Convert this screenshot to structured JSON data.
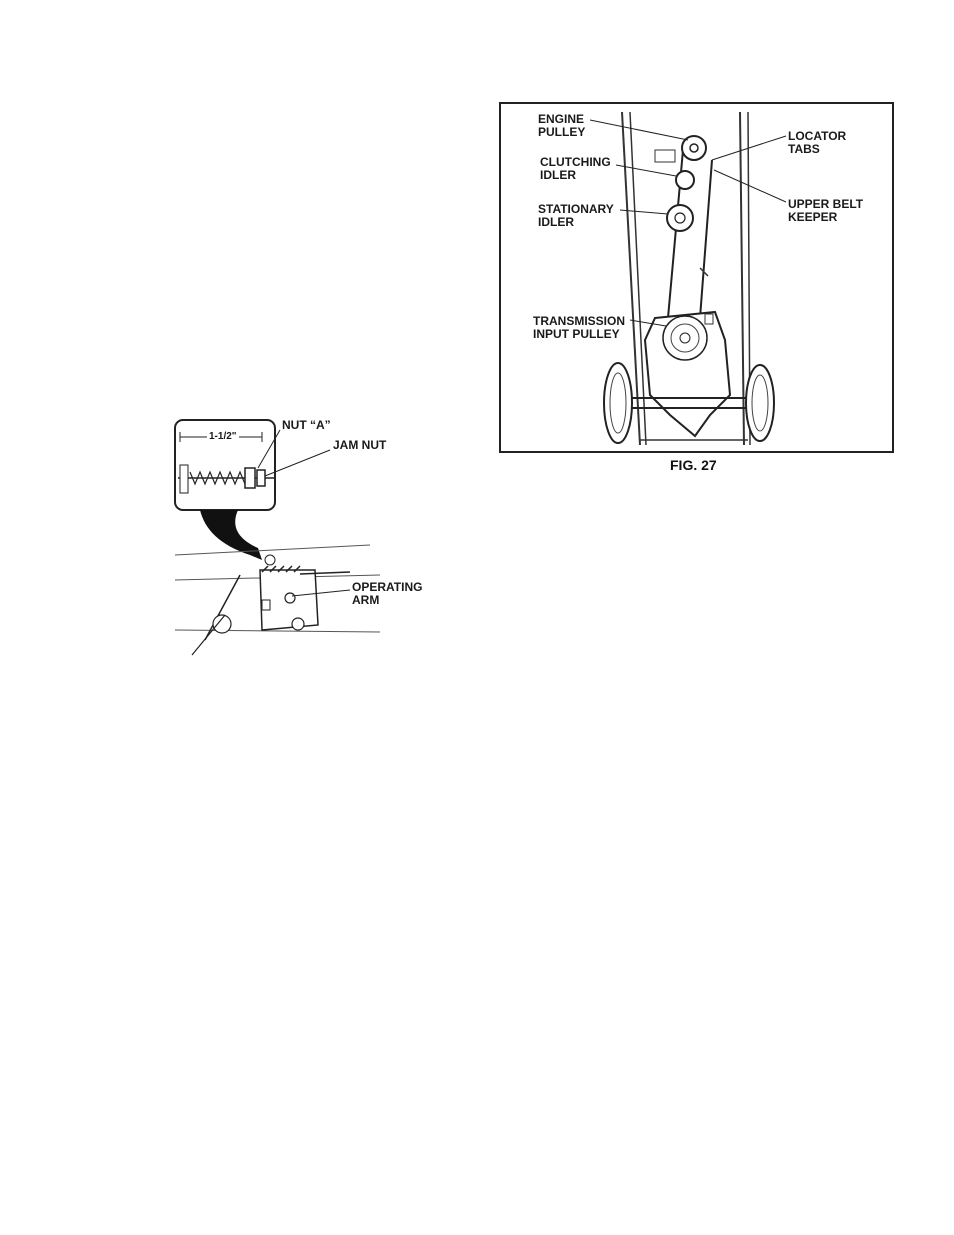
{
  "figure_27": {
    "caption": "FIG. 27",
    "labels": {
      "engine_pulley": "ENGINE\nPULLEY",
      "clutching_idler": "CLUTCHING\nIDLER",
      "stationary_idler": "STATIONARY\nIDLER",
      "transmission_input_pulley": "TRANSMISSION\nINPUT PULLEY",
      "locator_tabs": "LOCATOR\nTABS",
      "upper_belt_keeper": "UPPER BELT\nKEEPER"
    }
  },
  "cable_figure": {
    "labels": {
      "nut_a": "NUT “A”",
      "jam_nut": "JAM NUT",
      "dimension": "1-1/2\"",
      "operating_arm": "OPERATING\nARM"
    }
  }
}
